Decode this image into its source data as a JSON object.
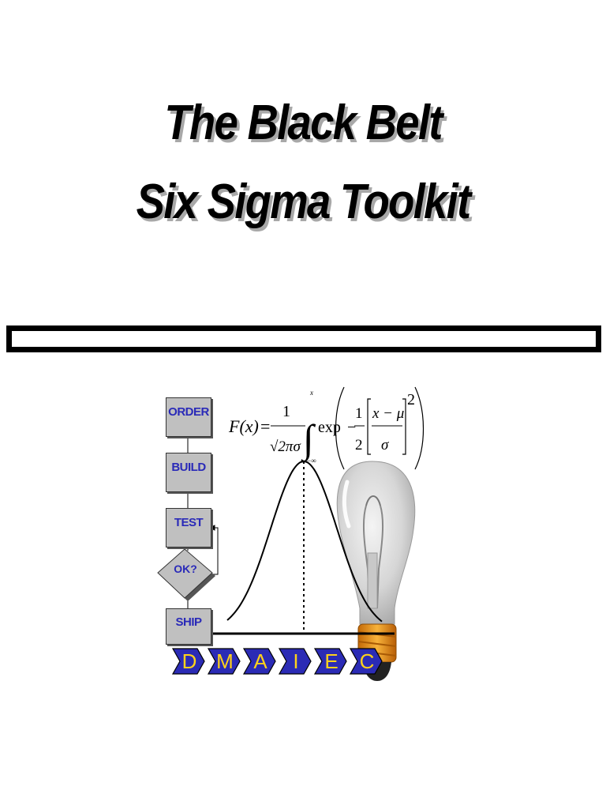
{
  "title": {
    "line1": "The Black Belt",
    "line2": "Six Sigma Toolkit"
  },
  "flowchart": {
    "steps": [
      "ORDER",
      "BUILD",
      "TEST",
      "OK?",
      "SHIP"
    ]
  },
  "formula": {
    "lhs": "F(x)",
    "equals": "=",
    "numerator": "1",
    "denominator": "√2πσ",
    "upper_limit": "x",
    "lower_limit": "−∞",
    "exp": "exp",
    "minus": "−",
    "half_num": "1",
    "half_den": "2",
    "frac_num": "x − μ",
    "frac_den": "σ",
    "power": "2"
  },
  "dmaiec": {
    "letters": [
      "D",
      "M",
      "A",
      "I",
      "E",
      "C"
    ],
    "colors": {
      "chevron_fill": "#2b2bb5",
      "letter": "#ffd21a"
    }
  },
  "colors": {
    "flow_text": "#2a2ab8",
    "flow_box": "#c0c0c0",
    "bulb_glass": "#d0d0d0",
    "bulb_base": "#e8941a"
  }
}
